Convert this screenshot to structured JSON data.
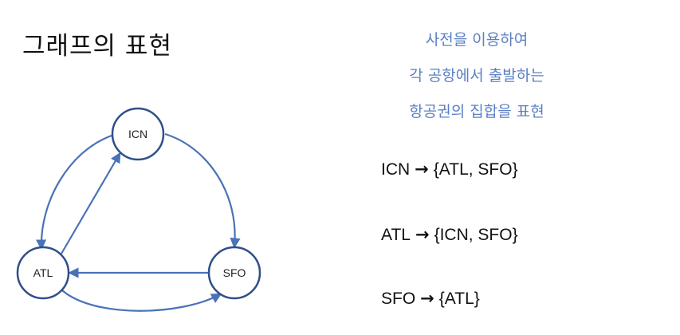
{
  "slide": {
    "title": "그래프의 표현"
  },
  "caption": {
    "lines": [
      "사전을 이용하여",
      "각 공항에서 출발하는",
      "항공권의 집합을 표현"
    ]
  },
  "graph": {
    "nodes": [
      {
        "id": "ICN",
        "label": "ICN"
      },
      {
        "id": "ATL",
        "label": "ATL"
      },
      {
        "id": "SFO",
        "label": "SFO"
      }
    ],
    "edges": [
      {
        "from": "ICN",
        "to": "ATL"
      },
      {
        "from": "ICN",
        "to": "SFO"
      },
      {
        "from": "ATL",
        "to": "ICN"
      },
      {
        "from": "ATL",
        "to": "SFO"
      },
      {
        "from": "SFO",
        "to": "ATL"
      }
    ],
    "colors": {
      "edge": "#4a72b8",
      "node_border": "#2f4f8a",
      "caption": "#5b7fc4"
    }
  },
  "mappings": [
    {
      "key": "ICN",
      "arrow": "→",
      "value": "{ATL, SFO}"
    },
    {
      "key": "ATL",
      "arrow": "→",
      "value": "{ICN, SFO}"
    },
    {
      "key": "SFO",
      "arrow": "→",
      "value": "{ATL}"
    }
  ]
}
